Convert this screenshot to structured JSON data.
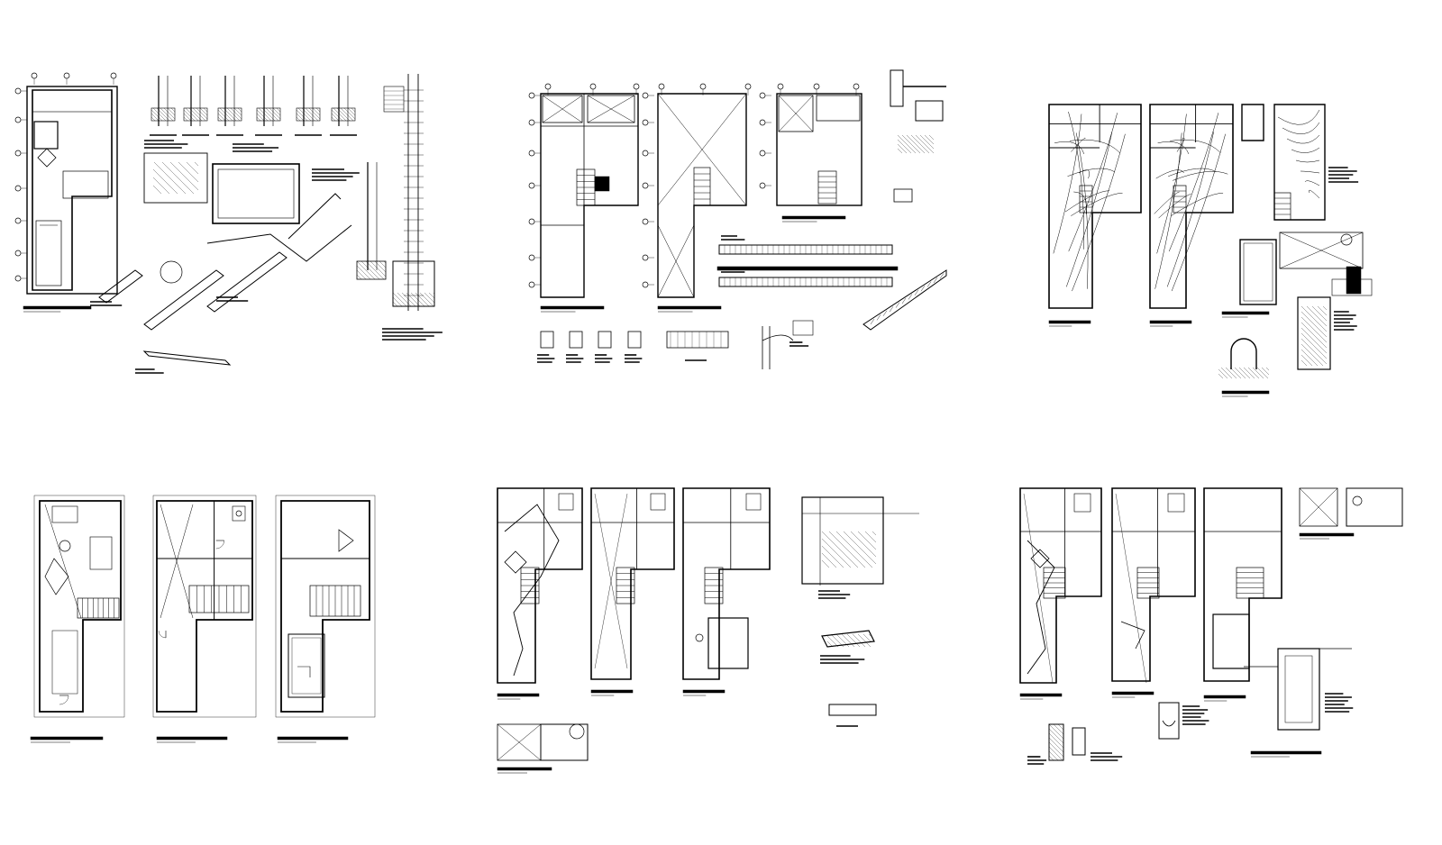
{
  "page": {
    "background": "#ffffff",
    "line_color": "#000000"
  },
  "sheets": [
    {
      "id": "structural-foundations",
      "description_hidden": true
    },
    {
      "id": "structural-framing"
    },
    {
      "id": "electrical-installations"
    },
    {
      "id": "architectural-floor-plans"
    },
    {
      "id": "sanitary-water"
    },
    {
      "id": "sanitary-drainage"
    }
  ]
}
